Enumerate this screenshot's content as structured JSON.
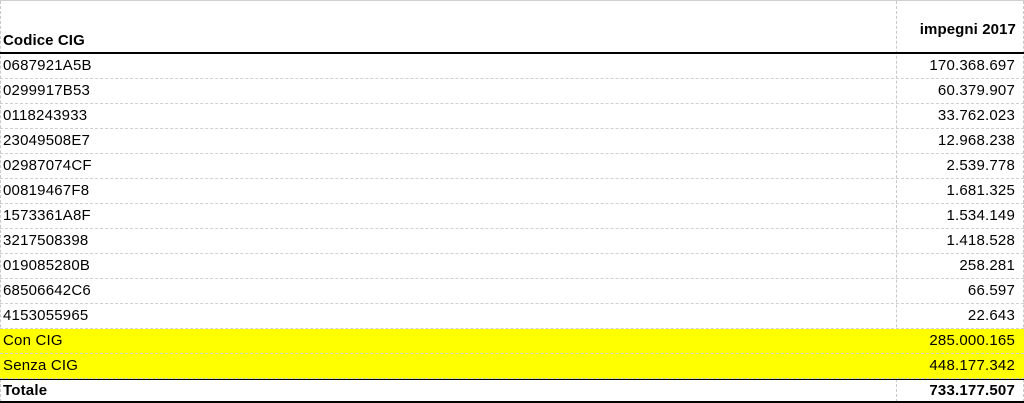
{
  "table": {
    "header": {
      "code_label": "Codice CIG",
      "amount_label": "impegni 2017"
    },
    "rows": [
      {
        "code": "0687921A5B",
        "amount": "170.368.697"
      },
      {
        "code": "0299917B53",
        "amount": "60.379.907"
      },
      {
        "code": "0118243933",
        "amount": "33.762.023"
      },
      {
        "code": "23049508E7",
        "amount": "12.968.238"
      },
      {
        "code": "02987074CF",
        "amount": "2.539.778"
      },
      {
        "code": "00819467F8",
        "amount": "1.681.325"
      },
      {
        "code": "1573361A8F",
        "amount": "1.534.149"
      },
      {
        "code": "3217508398",
        "amount": "1.418.528"
      },
      {
        "code": "019085280B",
        "amount": "258.281"
      },
      {
        "code": "68506642C6",
        "amount": "66.597"
      },
      {
        "code": "4153055965",
        "amount": "22.643"
      }
    ],
    "summary": [
      {
        "label": "Con CIG",
        "amount": "285.000.165"
      },
      {
        "label": "Senza CIG",
        "amount": "448.177.342"
      }
    ],
    "total": {
      "label": "Totale",
      "amount": "733.177.507"
    }
  },
  "colors": {
    "highlight": "#ffff00",
    "border": "#000000",
    "gridline": "#d0d0d0"
  }
}
